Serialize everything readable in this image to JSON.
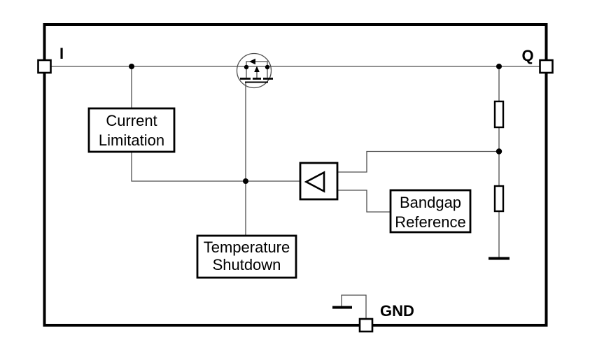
{
  "pins": {
    "input": {
      "label": "I"
    },
    "output": {
      "label": "Q"
    },
    "ground": {
      "label": "GND"
    }
  },
  "blocks": {
    "current_limitation": {
      "line1": "Current",
      "line2": "Limitation"
    },
    "temperature_shutdown": {
      "line1": "Temperature",
      "line2": "Shutdown"
    },
    "bandgap_reference": {
      "line1": "Bandgap",
      "line2": "Reference"
    }
  },
  "symbols": {
    "pass_transistor": "pmos-transistor-icon",
    "error_amplifier": "error-amplifier-icon",
    "divider_resistor_top": "resistor-icon",
    "divider_resistor_bottom": "resistor-icon",
    "divider_ground": "ground-icon",
    "pin_ground": "ground-icon"
  },
  "colors": {
    "background": "#ffffff",
    "wire": "#4f4f4f",
    "outline": "#000000",
    "text": "#000000"
  }
}
